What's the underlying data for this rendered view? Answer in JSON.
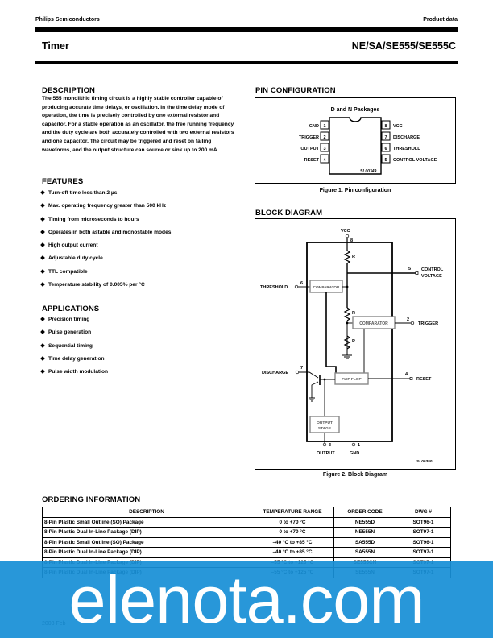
{
  "header": {
    "company": "Philips Semiconductors",
    "doc_type": "Product data",
    "title": "Timer",
    "part_numbers": "NE/SA/SE555/SE555C"
  },
  "description": {
    "heading": "DESCRIPTION",
    "text": "The 555 monolithic timing circuit is a highly stable controller capable of producing accurate time delays, or oscillation. In the time delay mode of operation, the time is precisely controlled by one external resistor and capacitor. For a stable operation as an oscillator, the free running frequency and the duty cycle are both accurately controlled with two external resistors and one capacitor. The circuit may be triggered and reset on falling waveforms, and the output structure can source or sink up to 200 mA."
  },
  "features": {
    "heading": "FEATURES",
    "items": [
      "Turn-off time less than 2 µs",
      "Max. operating frequency greater than 500 kHz",
      "Timing from microseconds to hours",
      "Operates in both astable and monostable modes",
      "High output current",
      "Adjustable duty cycle",
      "TTL compatible",
      "Temperature stability of 0.005% per °C"
    ]
  },
  "applications": {
    "heading": "APPLICATIONS",
    "items": [
      "Precision timing",
      "Pulse generation",
      "Sequential timing",
      "Time delay generation",
      "Pulse width modulation"
    ]
  },
  "pin_config": {
    "heading": "PIN CONFIGURATION",
    "package_label": "D and N Packages",
    "left_pins": [
      {
        "num": "1",
        "name": "GND"
      },
      {
        "num": "2",
        "name": "TRIGGER"
      },
      {
        "num": "3",
        "name": "OUTPUT"
      },
      {
        "num": "4",
        "name": "RESET"
      }
    ],
    "right_pins": [
      {
        "num": "8",
        "name": "VCC"
      },
      {
        "num": "7",
        "name": "DISCHARGE"
      },
      {
        "num": "6",
        "name": "THRESHOLD"
      },
      {
        "num": "5",
        "name": "CONTROL VOLTAGE"
      }
    ],
    "code": "SL00349",
    "caption": "Figure 1.  Pin configuration"
  },
  "block_diagram": {
    "heading": "BLOCK DIAGRAM",
    "vcc_label": "VCC",
    "vcc_pin": "8",
    "resistor_label": "R",
    "control_voltage_pin": "5",
    "control_voltage_label1": "CONTROL",
    "control_voltage_label2": "VOLTAGE",
    "threshold_label": "THRESHOLD",
    "threshold_pin": "6",
    "comparator_label": "COMPARATOR",
    "trigger_label": "TRIGGER",
    "trigger_pin": "2",
    "discharge_label": "DISCHARGE",
    "discharge_pin": "7",
    "flipflop_label": "FLIP FLOP",
    "reset_label": "RESET",
    "reset_pin": "4",
    "output_stage_label1": "OUTPUT",
    "output_stage_label2": "STAGE",
    "output_label": "OUTPUT",
    "output_pin": "3",
    "gnd_label": "GND",
    "gnd_pin": "1",
    "code": "SL00350",
    "caption": "Figure 2.  Block Diagram"
  },
  "ordering": {
    "heading": "ORDERING INFORMATION",
    "columns": [
      "DESCRIPTION",
      "TEMPERATURE RANGE",
      "ORDER CODE",
      "DWG #"
    ],
    "rows": [
      [
        "8-Pin Plastic Small Outline (SO) Package",
        "0 to +70 °C",
        "NE555D",
        "SOT96-1"
      ],
      [
        "8-Pin Plastic Dual In-Line Package (DIP)",
        "0 to +70 °C",
        "NE555N",
        "SOT97-1"
      ],
      [
        "8-Pin Plastic Small Outline (SO) Package",
        "–40 °C to +85 °C",
        "SA555D",
        "SOT96-1"
      ],
      [
        "8-Pin Plastic Dual In-Line Package (DIP)",
        "–40 °C to +85 °C",
        "SA555N",
        "SOT97-1"
      ],
      [
        "8-Pin Plastic Dual In-Line Package (DIP)",
        "–55 °C to +125 °C",
        "SE555CN",
        "SOT97-1"
      ],
      [
        "8-Pin Plastic Dual In-Line Package (DIP)",
        "–55 °C to +125 °C",
        "SE555N",
        "SOT97-1"
      ]
    ]
  },
  "footer": {
    "date_partial": "2003 Feb"
  },
  "watermark": {
    "text": "elenota.com",
    "color": "#188fd6"
  }
}
